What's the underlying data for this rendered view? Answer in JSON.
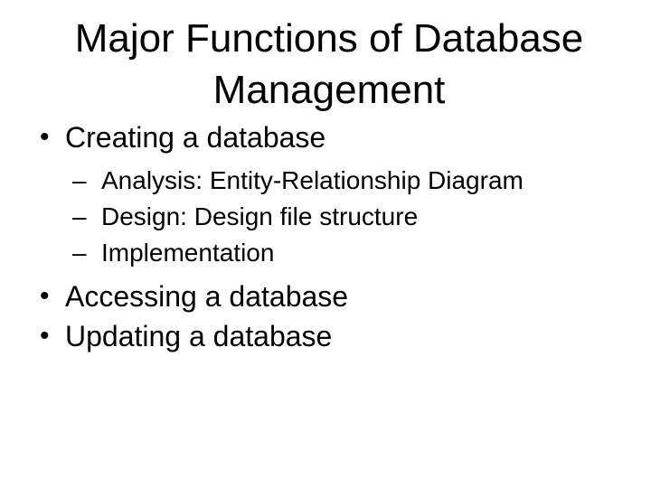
{
  "slide": {
    "title": "Major Functions of Database Management",
    "markers": {
      "level1": "•",
      "level2": "–"
    },
    "bullets": [
      {
        "level": 1,
        "text": "Creating a database"
      },
      {
        "level": 2,
        "text": "Analysis: Entity-Relationship Diagram"
      },
      {
        "level": 2,
        "text": "Design: Design file structure"
      },
      {
        "level": 2,
        "text": "Implementation"
      },
      {
        "level": 1,
        "text": "Accessing a database"
      },
      {
        "level": 1,
        "text": "Updating a database"
      }
    ],
    "colors": {
      "background": "#ffffff",
      "text": "#000000"
    }
  }
}
